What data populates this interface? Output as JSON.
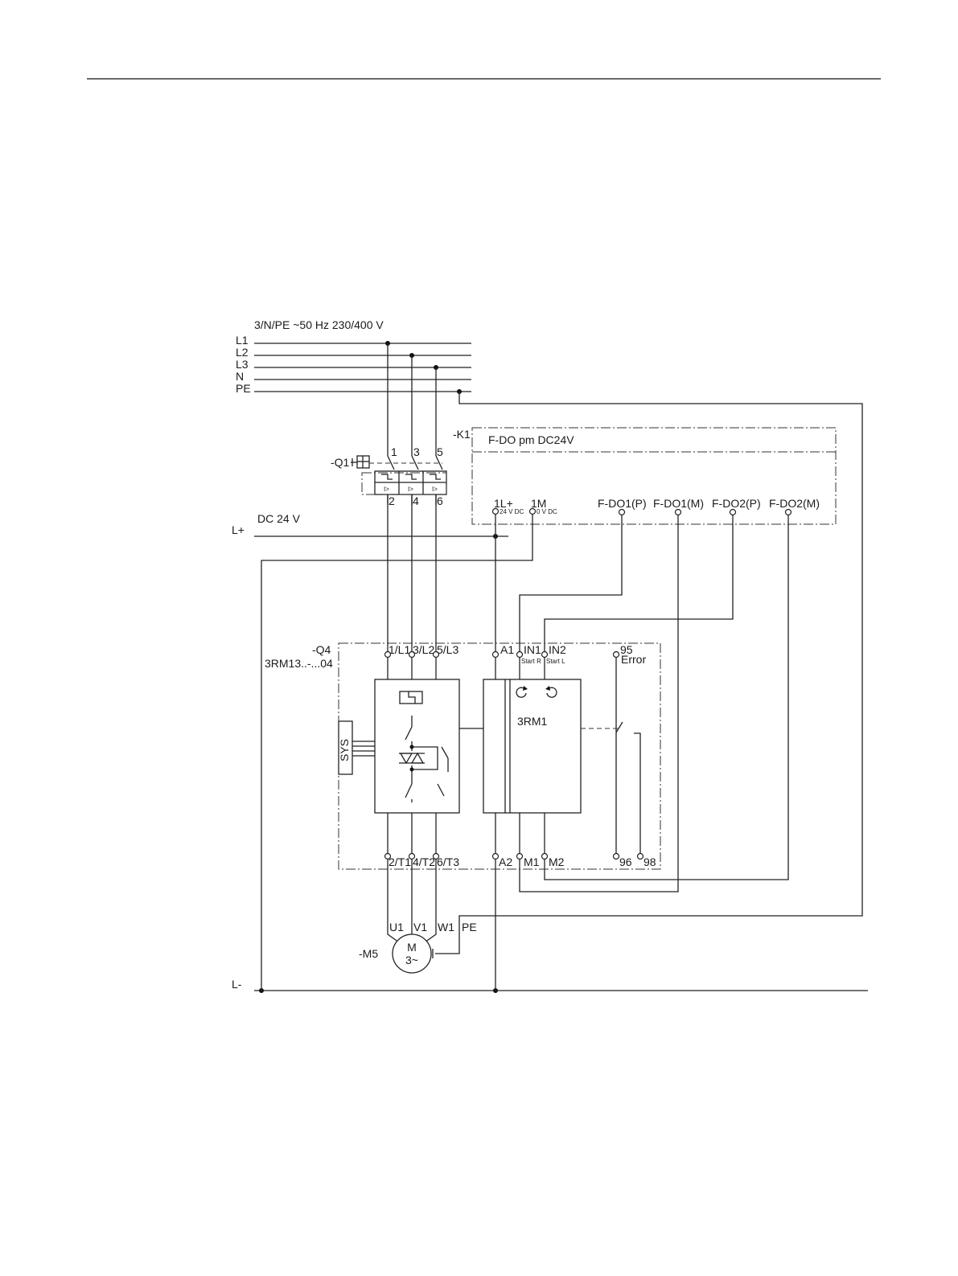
{
  "supply": {
    "label": "3/N/PE ~50 Hz  230/400 V",
    "lines": [
      "L1",
      "L2",
      "L3",
      "N",
      "PE"
    ]
  },
  "dc": {
    "label": "DC 24 V",
    "plus": "L+",
    "minus": "L-"
  },
  "q1": {
    "tag": "-Q1",
    "top_terminals": [
      "1",
      "3",
      "5"
    ],
    "bottom_terminals": [
      "2",
      "4",
      "6"
    ],
    "trip_label": "I>"
  },
  "k1": {
    "tag": "-K1",
    "title": "F-DO pm DC24V",
    "terminals": [
      "1L+",
      "1M",
      "F-DO1(P)",
      "F-DO1(M)",
      "F-DO2(P)",
      "F-DO2(M)"
    ],
    "sub_labels": [
      "24 V DC",
      "0 V DC"
    ]
  },
  "q4": {
    "tag": "-Q4",
    "type": "3RM13..-...04",
    "top_terminals": [
      "1/L1",
      "3/L2",
      "5/L3",
      "A1",
      "IN1",
      "IN2",
      "95"
    ],
    "start_labels": [
      "Start R",
      "Start L"
    ],
    "error_label": "Error",
    "bottom_terminals": [
      "2/T1",
      "4/T2",
      "6/T3",
      "A2",
      "M1",
      "M2",
      "96",
      "98"
    ],
    "sys_label": "SYS",
    "device_label": "3RM1"
  },
  "motor": {
    "tag": "-M5",
    "symbol": "M",
    "phase": "3~",
    "terminals": [
      "U1",
      "V1",
      "W1",
      "PE"
    ]
  }
}
